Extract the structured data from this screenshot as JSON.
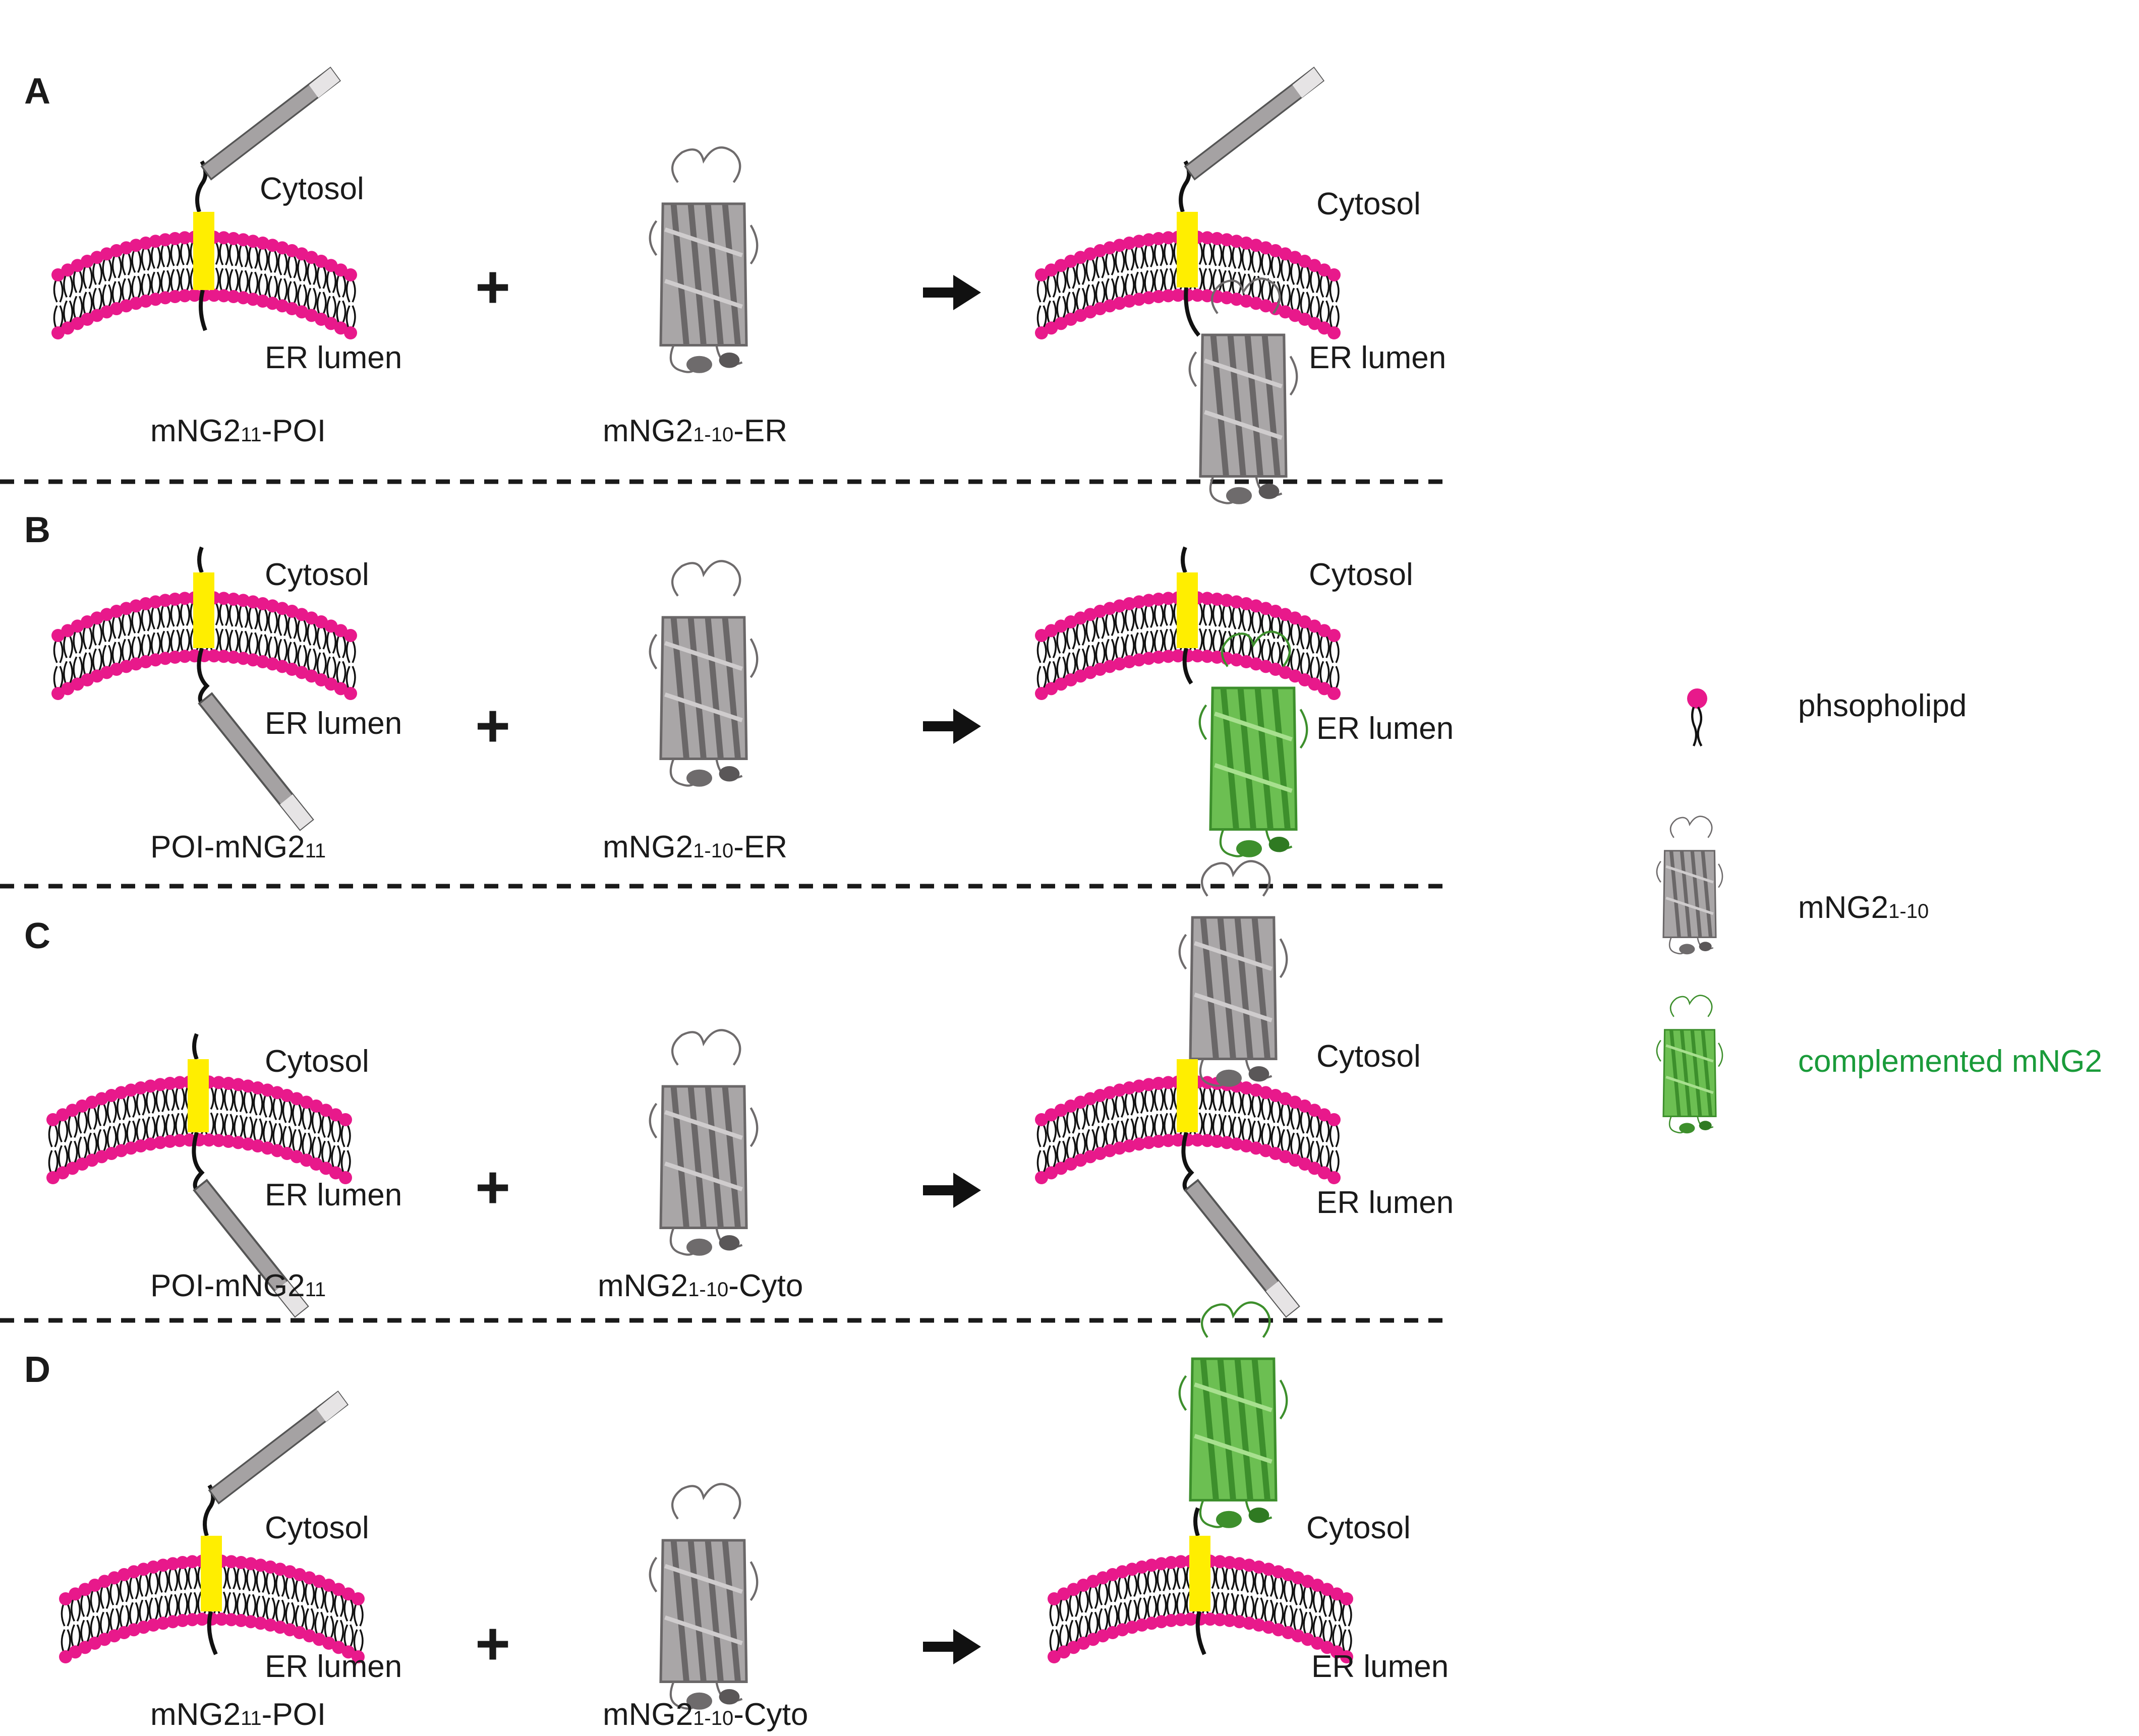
{
  "panels": [
    {
      "letter": "A",
      "left": {
        "cytosol": "Cytosol",
        "lumen": "ER lumen",
        "caption_pre": "mNG2",
        "caption_sub": "11",
        "caption_post": "-POI"
      },
      "middle": {
        "caption_pre": "mNG2",
        "caption_sub": "1-10",
        "caption_post": "-ER"
      },
      "right": {
        "cytosol": "Cytosol",
        "lumen": "ER lumen"
      },
      "plus": "+"
    },
    {
      "letter": "B",
      "left": {
        "cytosol": "Cytosol",
        "lumen": "ER lumen",
        "caption_pre": "POI-mNG2",
        "caption_sub": "11",
        "caption_post": ""
      },
      "middle": {
        "caption_pre": "mNG2",
        "caption_sub": "1-10",
        "caption_post": "-ER"
      },
      "right": {
        "cytosol": "Cytosol",
        "lumen": "ER lumen"
      },
      "plus": "+"
    },
    {
      "letter": "C",
      "left": {
        "cytosol": "Cytosol",
        "lumen": "ER lumen",
        "caption_pre": "POI-mNG2",
        "caption_sub": "11",
        "caption_post": ""
      },
      "middle": {
        "caption_pre": "mNG2",
        "caption_sub": "1-10",
        "caption_post": "-Cyto"
      },
      "right": {
        "cytosol": "Cytosol",
        "lumen": "ER lumen"
      },
      "plus": "+"
    },
    {
      "letter": "D",
      "left": {
        "cytosol": "Cytosol",
        "lumen": "ER lumen",
        "caption_pre": "mNG2",
        "caption_sub": "11",
        "caption_post": "-POI"
      },
      "middle": {
        "caption_pre": "mNG2",
        "caption_sub": "1-10",
        "caption_post": "-Cyto"
      },
      "right": {
        "cytosol": "Cytosol",
        "lumen": "ER lumen"
      },
      "plus": "+"
    }
  ],
  "legend": {
    "phospholipid": "phsopholipd",
    "mng_pre": "mNG2",
    "mng_sub": "1-10",
    "complemented": "complemented mNG2"
  },
  "colors": {
    "headgroup": "#e8198b",
    "tm_helix": "#ffee00",
    "protein_gray": "#8a8788",
    "protein_green": "#4fa63a",
    "legend_green_text": "#1a9b3a"
  }
}
